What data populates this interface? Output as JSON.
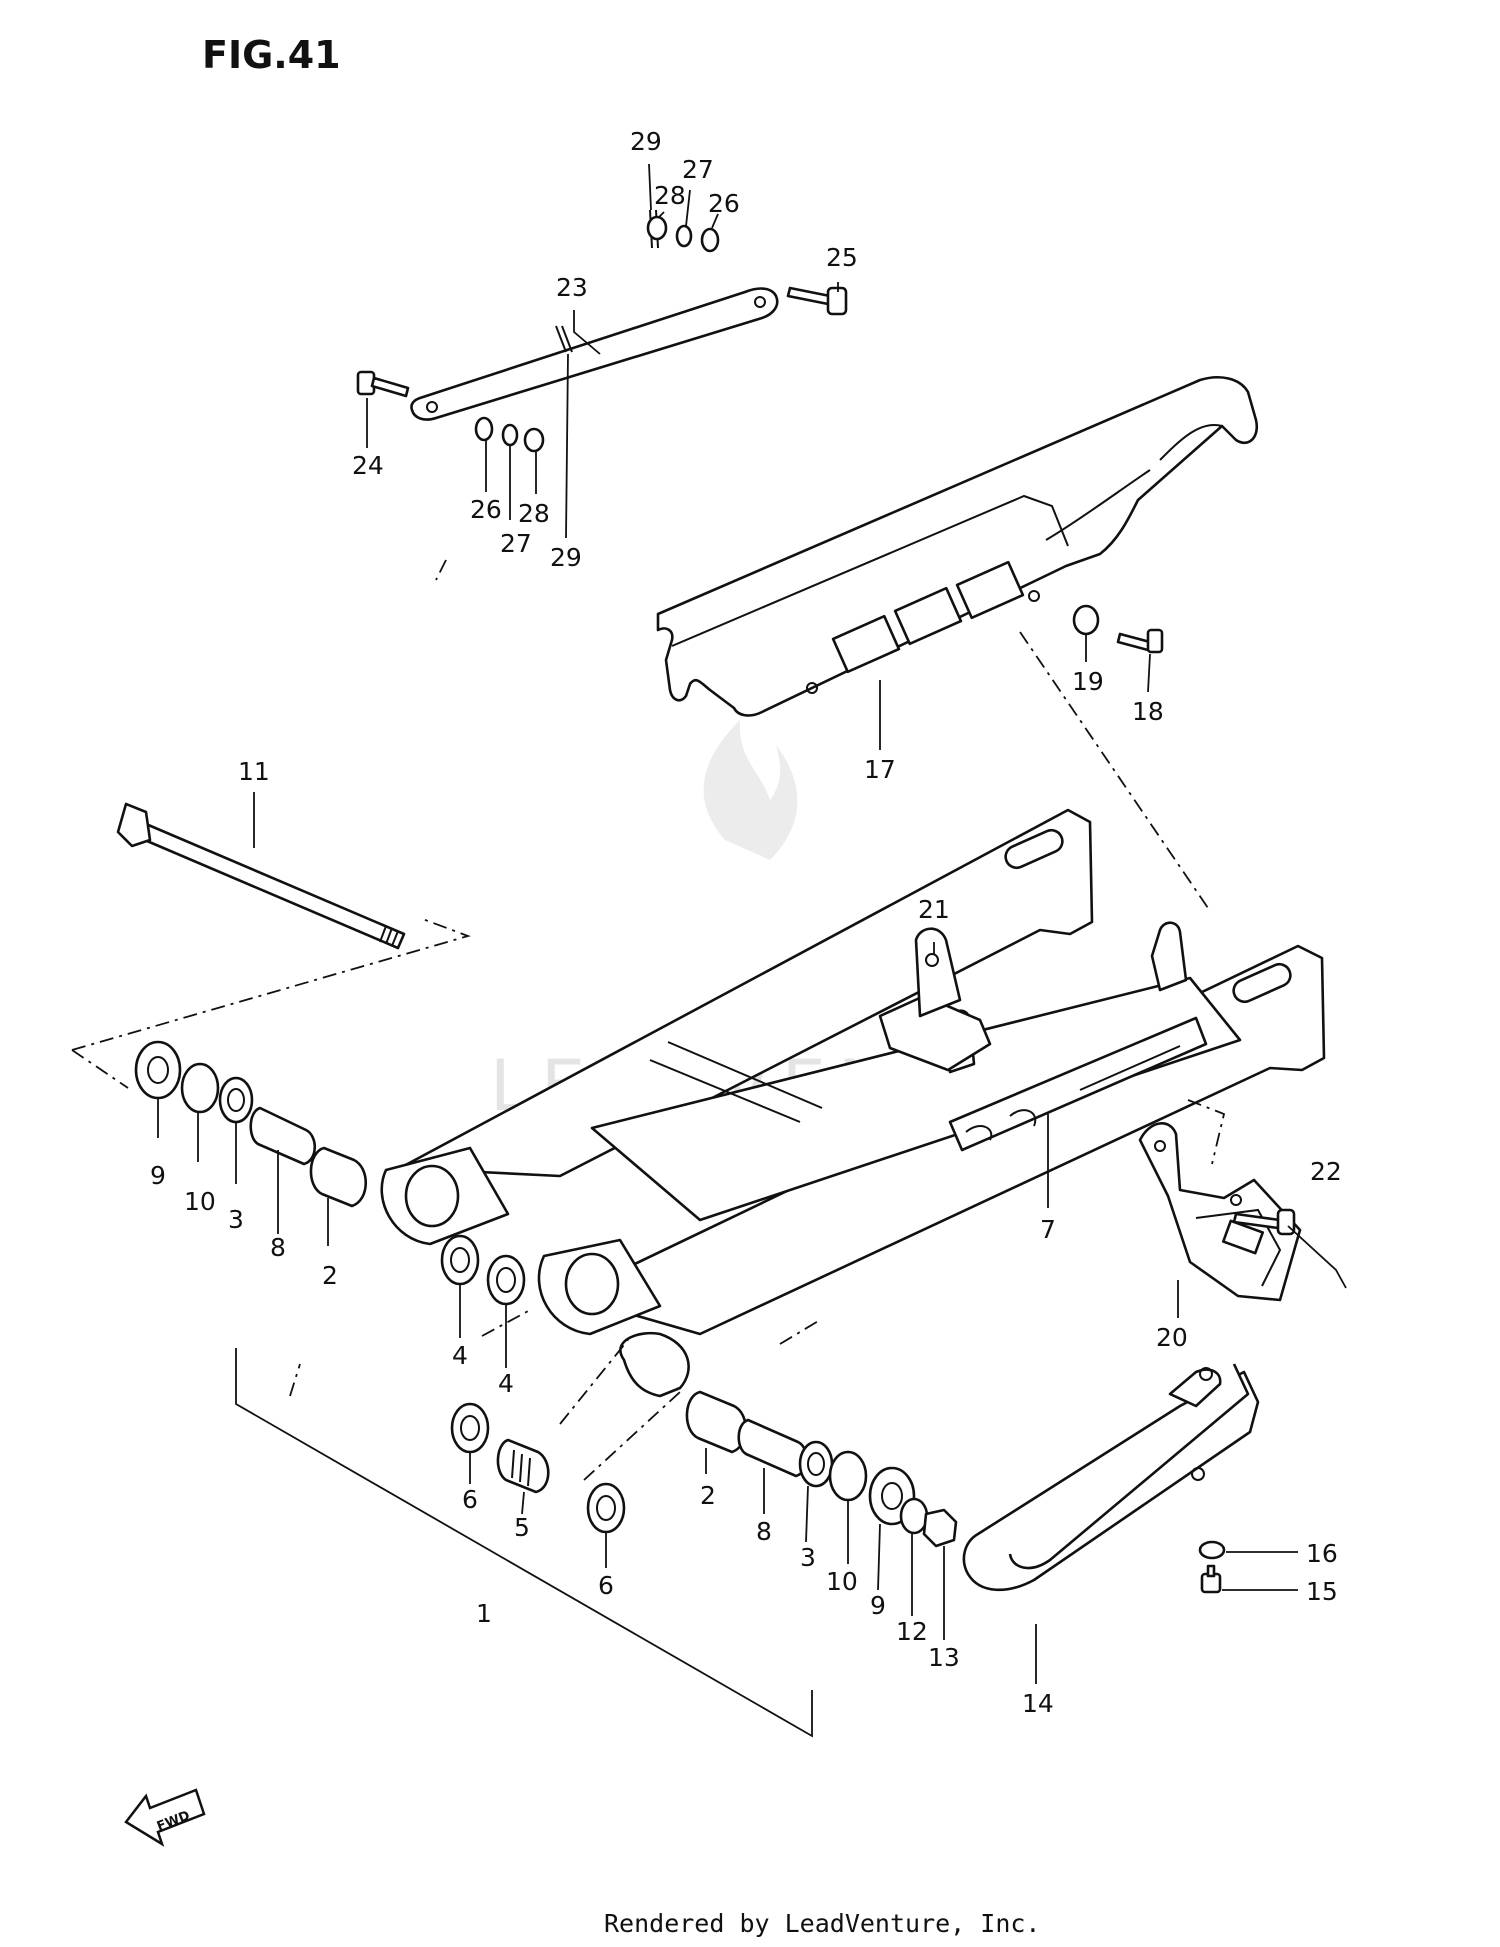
{
  "figure": {
    "title": "FIG.41"
  },
  "footer": {
    "credit": "Rendered by LeadVenture, Inc."
  },
  "watermark": {
    "text": "LEADVENTURE"
  },
  "fwd_arrow": {
    "label": "FWD",
    "icon": "fwd-arrow-icon"
  },
  "callouts": [
    {
      "id": "c29a",
      "label": "29"
    },
    {
      "id": "c27a",
      "label": "27"
    },
    {
      "id": "c28a",
      "label": "28"
    },
    {
      "id": "c26a",
      "label": "26"
    },
    {
      "id": "c25",
      "label": "25"
    },
    {
      "id": "c23",
      "label": "23"
    },
    {
      "id": "c24",
      "label": "24"
    },
    {
      "id": "c26b",
      "label": "26"
    },
    {
      "id": "c28b",
      "label": "28"
    },
    {
      "id": "c27b",
      "label": "27"
    },
    {
      "id": "c29b",
      "label": "29"
    },
    {
      "id": "c19",
      "label": "19"
    },
    {
      "id": "c18",
      "label": "18"
    },
    {
      "id": "c17",
      "label": "17"
    },
    {
      "id": "c11",
      "label": "11"
    },
    {
      "id": "c21",
      "label": "21"
    },
    {
      "id": "c9a",
      "label": "9"
    },
    {
      "id": "c10a",
      "label": "10"
    },
    {
      "id": "c3a",
      "label": "3"
    },
    {
      "id": "c8a",
      "label": "8"
    },
    {
      "id": "c2a",
      "label": "2"
    },
    {
      "id": "c4a",
      "label": "4"
    },
    {
      "id": "c4b",
      "label": "4"
    },
    {
      "id": "c7",
      "label": "7"
    },
    {
      "id": "c22",
      "label": "22"
    },
    {
      "id": "c20",
      "label": "20"
    },
    {
      "id": "c6a",
      "label": "6"
    },
    {
      "id": "c5",
      "label": "5"
    },
    {
      "id": "c6b",
      "label": "6"
    },
    {
      "id": "c2b",
      "label": "2"
    },
    {
      "id": "c8b",
      "label": "8"
    },
    {
      "id": "c3b",
      "label": "3"
    },
    {
      "id": "c10b",
      "label": "10"
    },
    {
      "id": "c9b",
      "label": "9"
    },
    {
      "id": "c12",
      "label": "12"
    },
    {
      "id": "c13",
      "label": "13"
    },
    {
      "id": "c16",
      "label": "16"
    },
    {
      "id": "c15",
      "label": "15"
    },
    {
      "id": "c14",
      "label": "14"
    },
    {
      "id": "c1",
      "label": "1"
    }
  ]
}
